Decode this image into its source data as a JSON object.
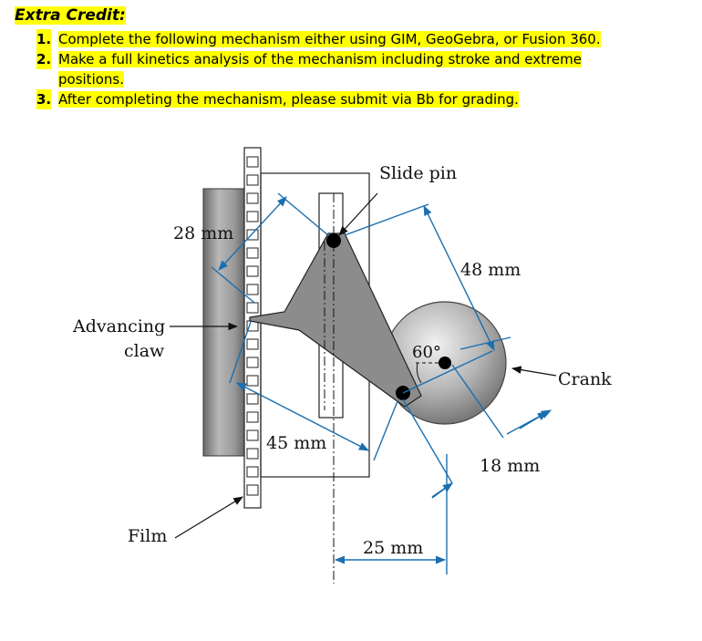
{
  "header": {
    "title": "Extra Credit:",
    "items": [
      {
        "num": "1.",
        "text": "Complete the following mechanism either using GIM, GeoGebra, or Fusion 360."
      },
      {
        "num": "2.",
        "text": "Make a full kinetics analysis of the mechanism including stroke and extreme",
        "cont": "positions."
      },
      {
        "num": "3.",
        "text": "After completing the mechanism, please submit via Bb for grading."
      }
    ]
  },
  "figure": {
    "labels": {
      "slide_pin": "Slide pin",
      "dim_28": "28 mm",
      "dim_48": "48 mm",
      "advancing": "Advancing",
      "claw": "claw",
      "angle": "60°",
      "crank": "Crank",
      "dim_45": "45 mm",
      "dim_18": "18 mm",
      "film": "Film",
      "dim_25": "25 mm"
    },
    "colors": {
      "dimension": "#1a6fb0",
      "link": "#8c8c8c",
      "film": "#9a9a9a"
    }
  }
}
